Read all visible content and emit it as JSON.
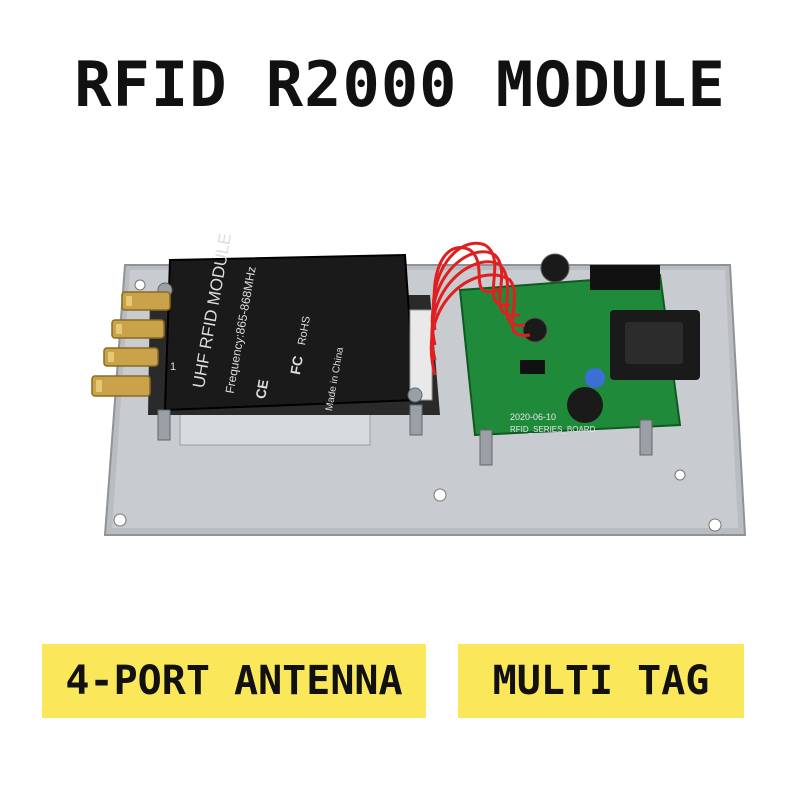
{
  "title": "RFID R2000 MODULE",
  "badges": {
    "left": "4-PORT ANTENNA",
    "right": "MULTI TAG"
  },
  "photo": {
    "module_label_1": "UHF RFID MODULE",
    "module_label_2": "Frequency:865-868MHz",
    "module_label_3": "Made in China",
    "cert_ce": "CE",
    "cert_fc": "FC",
    "cert_rohs": "RoHS",
    "port_number": "1",
    "board_date": "2020-06-10",
    "board_name": "RFID_SERIES_BOARD"
  },
  "colors": {
    "badge_bg": "#fbe75a",
    "pcb_green": "#1f8a3a",
    "module_black": "#1a1a1a",
    "plate_metal": "#b9bcc0",
    "wire_red": "#e02020",
    "sma_gold": "#c9a24a"
  }
}
